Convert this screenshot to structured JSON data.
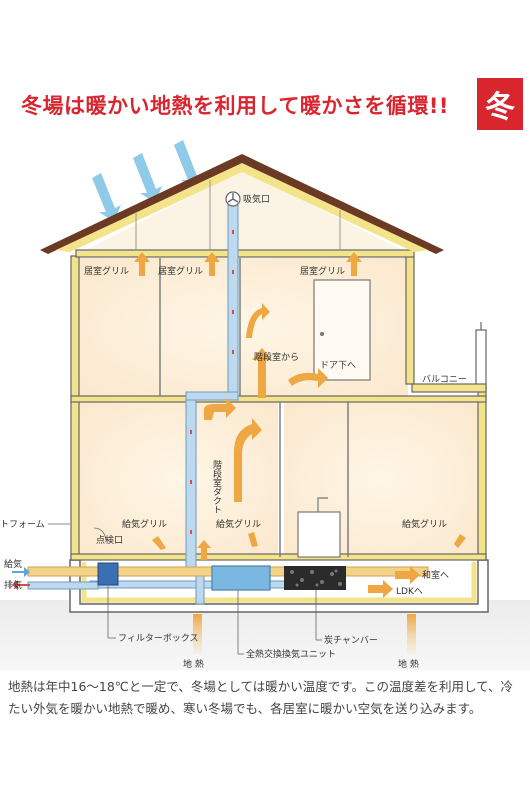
{
  "headline": "冬場は暖かい地熱を利用して暖かさを循環!!",
  "season_badge": "冬",
  "labels": {
    "intake_vent": "吸気口",
    "room_grille": "居室グリル",
    "from_stairwell": "階段室から",
    "under_door": "ドア下へ",
    "balcony": "バルコニー",
    "stairwell_duct": "階段室ダクト",
    "supply_grille": "給気グリル",
    "foam": "トフォーム",
    "inspection_port": "点検口",
    "supply_air": "給気",
    "exhaust_air": "排気",
    "to_japanese_room": "和室へ",
    "to_ldk": "LDKへ",
    "filter_box": "フィルターボックス",
    "erv_unit": "全熱交換換気ユニット",
    "charcoal_chamber": "炭チャンバー",
    "geothermal": "地 熱"
  },
  "caption": "地熱は年中16～18℃と一定で、冬場としては暖かい温度です。この温度差を利用して、冷たい外気を暖かい地熱で暖め、寒い冬場でも、各居室に暖かい空気を送り込みます。",
  "colors": {
    "headline": "#d9262e",
    "badge": "#d9262e",
    "insulation": "#f3e38a",
    "roof": "#6b3a24",
    "warm_arrow": "#eea743",
    "cool_arrow": "#8fcbe8",
    "duct": "#bcd9ef",
    "outline": "#555555"
  }
}
